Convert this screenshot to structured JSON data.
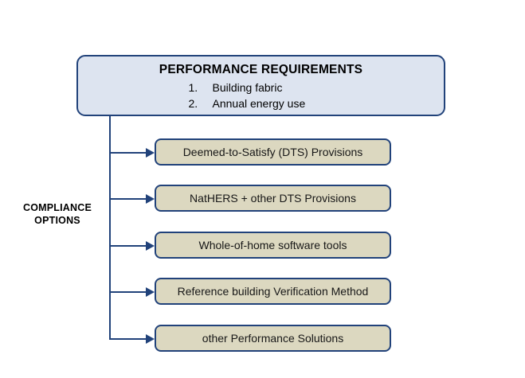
{
  "diagram": {
    "header": {
      "title": "PERFORMANCE REQUIREMENTS",
      "items": [
        {
          "num": "1.",
          "text": "Building fabric"
        },
        {
          "num": "2.",
          "text": "Annual energy use"
        }
      ]
    },
    "side_label": {
      "line1": "COMPLIANCE",
      "line2": "OPTIONS"
    },
    "options": [
      {
        "label": "Deemed-to-Satisfy (DTS) Provisions"
      },
      {
        "label": "NatHERS + other DTS Provisions"
      },
      {
        "label": "Whole-of-home software tools"
      },
      {
        "label": "Reference building Verification Method"
      },
      {
        "label": "other Performance Solutions"
      }
    ],
    "colors": {
      "header_fill": "#dde4f0",
      "option_fill": "#dcd8c0",
      "border": "#21427a",
      "connector": "#21427a",
      "text": "#000000",
      "background": "#ffffff"
    }
  }
}
